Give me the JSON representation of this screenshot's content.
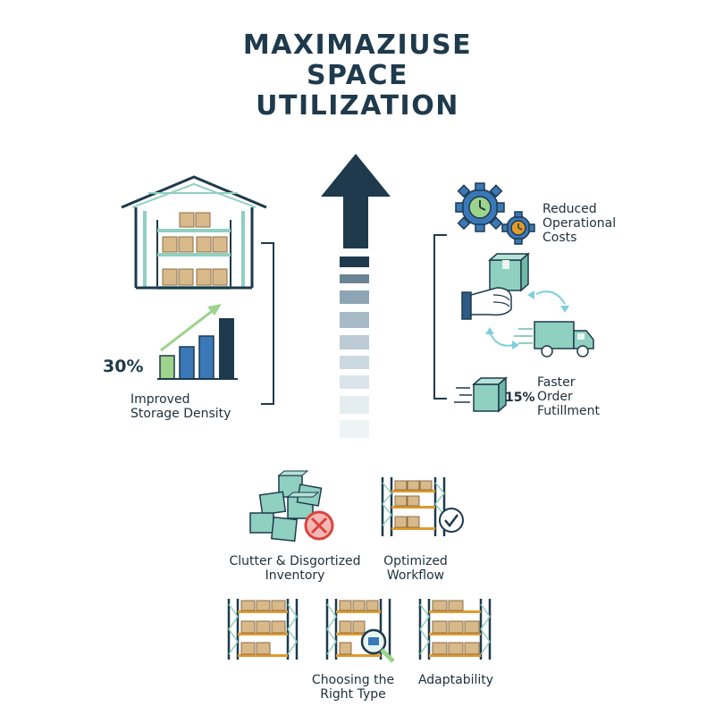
{
  "title": [
    "MAXIMAZIUSE",
    "SPACE",
    "UTILIZATION"
  ],
  "left": {
    "stat": "30%",
    "caption": [
      "Improved",
      "Storage Density"
    ]
  },
  "right": {
    "costs": [
      "Reduced",
      "Operational",
      "Costs"
    ],
    "fulfill_stat": "15%",
    "fulfill": [
      "Faster",
      "Order",
      "Futillment"
    ]
  },
  "bottom": {
    "clutter": [
      "Clutter & Disgortized",
      "Inventory"
    ],
    "workflow": [
      "Optimized",
      "Workflow"
    ],
    "choosing": [
      "Choosing the",
      "Right Type"
    ],
    "adaptability": "Adaptability"
  },
  "colors": {
    "navy": "#1e3a4c",
    "teal": "#8fd0c0",
    "blue": "#3a78b8",
    "green": "#9ed38c",
    "amber": "#e09a2c",
    "red": "#d9443f",
    "box": "#d8b98a"
  }
}
